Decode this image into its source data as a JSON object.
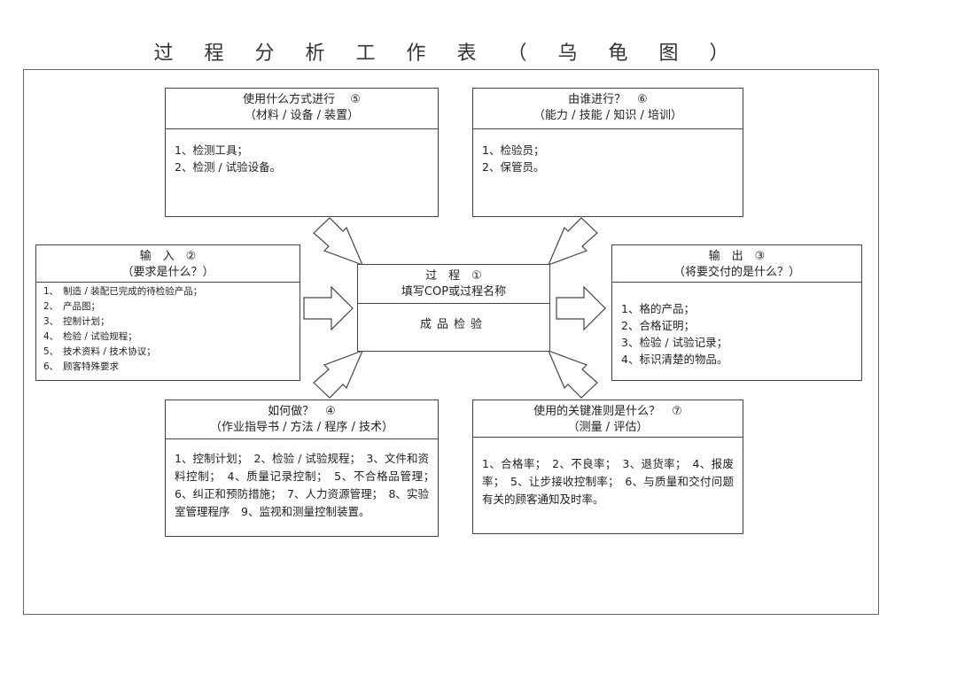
{
  "title": "过 程 分 析 工 作 表 （ 乌 龟 图 ）",
  "boxes": {
    "method": {
      "head1": "使用什么方式进行　 ⑤",
      "head2": "（材料 / 设备 / 装置）",
      "items": [
        "1、检测工具；",
        "2、检测 / 试验设备。"
      ]
    },
    "who": {
      "head1": "由谁进行？　⑥",
      "head2": "（能力 / 技能 / 知识 / 培训）",
      "items": [
        "1、检验员；",
        "2、保管员。"
      ]
    },
    "input": {
      "head1": "输　入　②",
      "head2": "（要求是什么？）",
      "items": [
        {
          "n": "1、",
          "t": "制造 / 装配已完成的待检验产品；"
        },
        {
          "n": "2、",
          "t": "产品图；"
        },
        {
          "n": "3、",
          "t": "控制计划；"
        },
        {
          "n": "4、",
          "t": "检验 / 试验规程；"
        },
        {
          "n": "5、",
          "t": "技术资料 / 技术协议；"
        },
        {
          "n": "6、",
          "t": "顾客特殊要求"
        }
      ]
    },
    "process": {
      "head1": "过　程　①",
      "head2": "填写COP或过程名称",
      "body": "成品检验"
    },
    "output": {
      "head1": "输　出　③",
      "head2": "（将要交付的是什么？）",
      "items": [
        "1、格的产品；",
        "2、合格证明；",
        "3、检验 / 试验记录；",
        "4、标识清楚的物品。"
      ]
    },
    "how": {
      "head1": "如何做？　④",
      "head2": "（作业指导书 / 方法 / 程序 / 技术）",
      "text": "1、控制计划；　2、检验 / 试验规程；　3、文件和资料控制；　4、质量记录控制；　5、不合格品管理；　6、纠正和预防措施；　7、人力资源管理；　8、实验室管理程序　9、监视和测量控制装置。"
    },
    "criteria": {
      "head1": "使用的关键准则是什么？　⑦",
      "head2": "（测量 / 评估）",
      "text": "1、合格率；　2、不良率；　3、退货率；　4、报废率；　5、让步接收控制率；　6、与质量和交付问题有关的顾客通知及时率。"
    }
  }
}
